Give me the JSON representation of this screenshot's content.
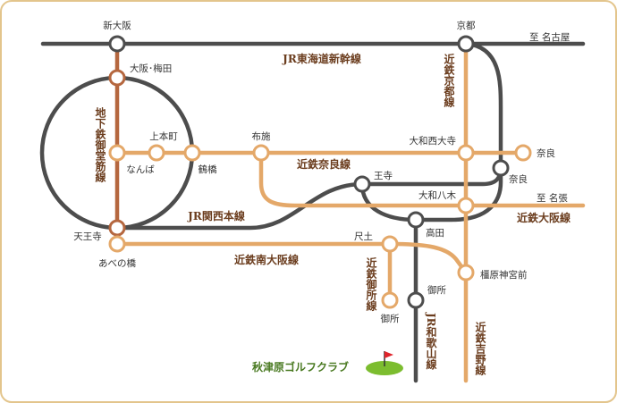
{
  "stations": {
    "shin_osaka": "新大阪",
    "osaka_umeda": "大阪･梅田",
    "uehonmachi": "上本町",
    "namba": "なんば",
    "tsuruhashi": "鶴橋",
    "fuse": "布施",
    "tennoji": "天王寺",
    "abenobashi": "あべの橋",
    "kyoto": "京都",
    "yamato_saidaiji": "大和西大寺",
    "nara_kintetsu": "奈良",
    "nara_jr": "奈良",
    "oji": "王寺",
    "yamato_yagi": "大和八木",
    "takada": "高田",
    "kashiharajingumae": "橿原神宮前",
    "haji": "尺土",
    "gose_kintetsu": "御所",
    "gose_jr": "御所"
  },
  "lines": {
    "shinkansen": "JR東海道新幹線",
    "midosuji": "地下鉄御堂筋線",
    "kintetsu_kyoto": "近鉄京都線",
    "kintetsu_nara": "近鉄奈良線",
    "jr_kansai": "JR関西本線",
    "kintetsu_minami_osaka": "近鉄南大阪線",
    "kintetsu_gose": "近鉄御所線",
    "jr_wakayama": "JR和歌山線",
    "kintetsu_yoshino": "近鉄吉野線",
    "kintetsu_osaka": "近鉄大阪線"
  },
  "directions": {
    "nagoya": "至 名古屋",
    "nabari": "至 名張"
  },
  "destination": {
    "name": "秋津原ゴルフクラブ",
    "flag_icon": "golf-flag-icon"
  },
  "colors": {
    "jr_line": "#4d4d4d",
    "kintetsu_line": "#e4a869",
    "subway_line": "#b5673f",
    "line_label": "#6b3d1e",
    "golf_label": "#4a7a22",
    "border": "#e3c58c"
  }
}
